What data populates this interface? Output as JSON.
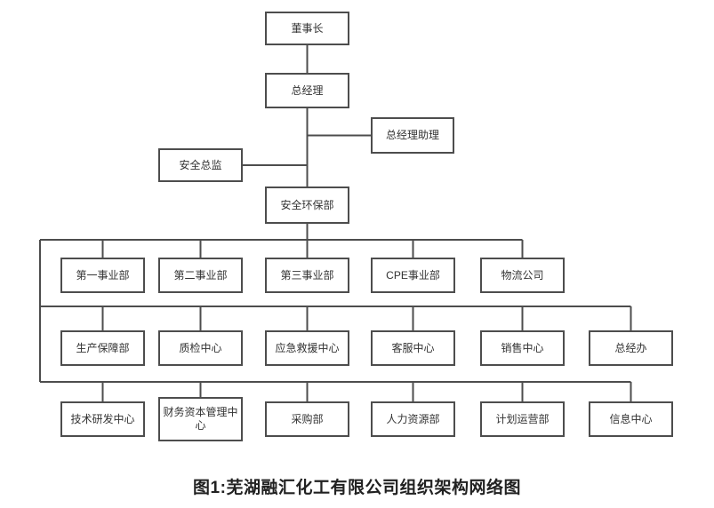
{
  "figure": {
    "caption": "图1:芜湖融汇化工有限公司组织架构网络图"
  },
  "org": {
    "chairman": "董事长",
    "general_manager": "总经理",
    "gm_assistant": "总经理助理",
    "safety_director": "安全总监",
    "safety_env_dept": "安全环保部",
    "row1": [
      "第一事业部",
      "第二事业部",
      "第三事业部",
      "CPE事业部",
      "物流公司"
    ],
    "row2": [
      "生产保障部",
      "质检中心",
      "应急救援中心",
      "客服中心",
      "销售中心",
      "总经办"
    ],
    "row3": [
      "技术研发中心",
      "财务资本管理中心",
      "采购部",
      "人力资源部",
      "计划运营部",
      "信息中心"
    ]
  },
  "style": {
    "line_color": "#4d4d4d",
    "box_border_color": "#4d4d4d",
    "background": "#ffffff"
  }
}
